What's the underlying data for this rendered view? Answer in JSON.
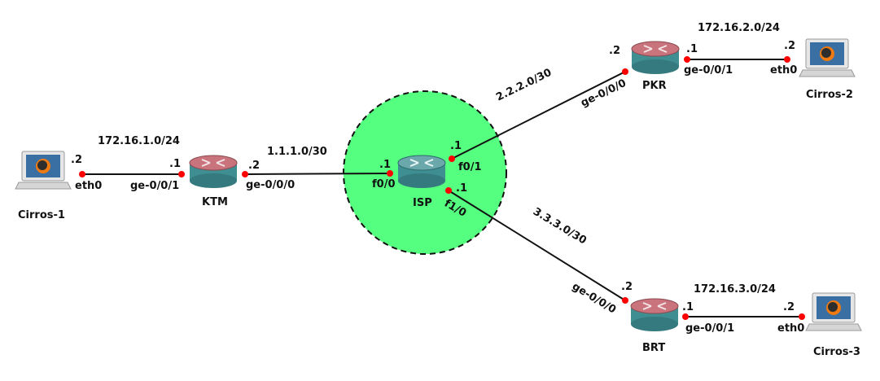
{
  "colors": {
    "isp_zone": "#55ff7f",
    "router_top": "#c9747c",
    "router_body": "#3f8e92",
    "port": "#ff0000"
  },
  "networks": {
    "lan1": "172.16.1.0/24",
    "lan2": "172.16.2.0/24",
    "lan3": "172.16.3.0/24",
    "wan_ktm": "1.1.1.0/30",
    "wan_pkr": "2.2.2.0/30",
    "wan_brt": "3.3.3.0/30"
  },
  "nodes": {
    "cirros1": "Cirros-1",
    "cirros2": "Cirros-2",
    "cirros3": "Cirros-3",
    "ktm": "KTM",
    "isp": "ISP",
    "pkr": "PKR",
    "brt": "BRT"
  },
  "interfaces": {
    "c1_eth0": "eth0",
    "c1_host": ".2",
    "ktm_ge001": "ge-0/0/1",
    "ktm_ge001_host": ".1",
    "ktm_ge000": "ge-0/0/0",
    "ktm_ge000_host": ".2",
    "isp_f00": "f0/0",
    "isp_f00_host": ".1",
    "isp_f01": "f0/1",
    "isp_f01_host": ".1",
    "isp_f10": "f1/0",
    "isp_f10_host": ".1",
    "pkr_ge000": "ge-0/0/0",
    "pkr_ge000_host": ".2",
    "pkr_ge001": "ge-0/0/1",
    "pkr_ge001_host": ".1",
    "c2_eth0": "eth0",
    "c2_host": ".2",
    "brt_ge000": "ge-0/0/0",
    "brt_ge000_host": ".2",
    "brt_ge001": "ge-0/0/1",
    "brt_ge001_host": ".1",
    "c3_eth0": "eth0",
    "c3_host": ".2"
  },
  "icons": {
    "router": "router-icon",
    "host": "laptop-icon"
  }
}
